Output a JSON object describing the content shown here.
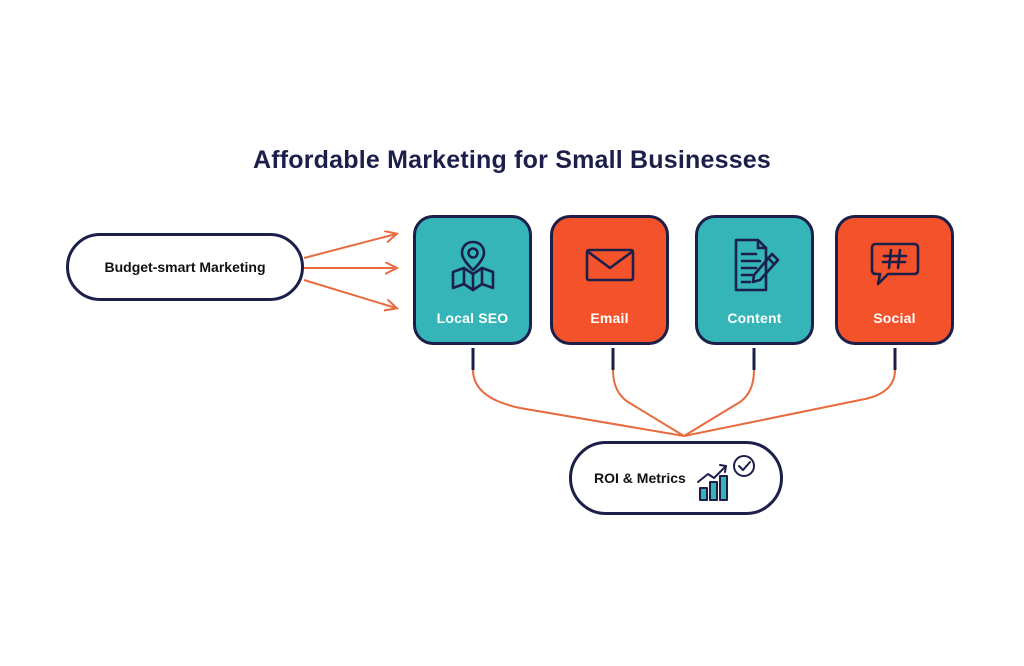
{
  "title": "Affordable Marketing for Small Businesses",
  "source": {
    "label": "Budget-smart Marketing"
  },
  "channels": [
    {
      "label": "Local SEO",
      "icon": "map-pin-icon",
      "color": "#35b5b8"
    },
    {
      "label": "Email",
      "icon": "envelope-icon",
      "color": "#f4522a"
    },
    {
      "label": "Content",
      "icon": "document-pencil-icon",
      "color": "#35b5b8"
    },
    {
      "label": "Social",
      "icon": "hashtag-chat-icon",
      "color": "#f4522a"
    }
  ],
  "outcome": {
    "label": "ROI & Metrics",
    "icon": "growth-chart-check-icon"
  },
  "colors": {
    "outline": "#1b1f4a",
    "arrow": "#e86a3e",
    "teal": "#35b5b8",
    "orange": "#f4522a"
  }
}
